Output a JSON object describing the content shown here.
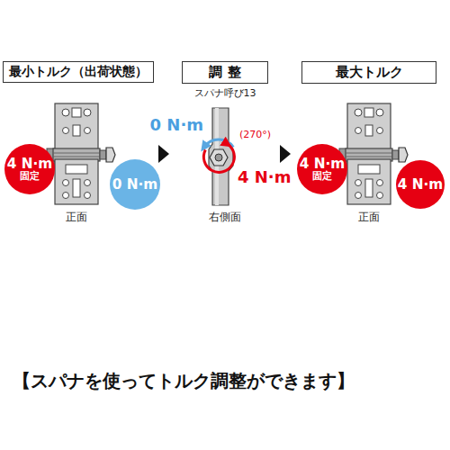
{
  "diagram": {
    "caption": "【スパナを使ってトルク調整ができます】",
    "nodes": [
      {
        "text": [
          "最小トルク（出荷状態）"
        ]
      },
      {
        "text": [
          "調 整"
        ]
      },
      {
        "text": [
          "最大トルク"
        ]
      },
      {
        "text": [
          "4 N·m",
          "固定"
        ]
      },
      {
        "text": [
          "0 N·m"
        ]
      },
      {
        "text": [
          "4 N·m",
          "固定"
        ]
      },
      {
        "text": [
          "4 N·m"
        ]
      }
    ],
    "labels": [
      "正面",
      "スパナ呼び13",
      "0 N·m",
      "(270°)",
      "4 N·m",
      "右側面",
      "正面"
    ]
  }
}
